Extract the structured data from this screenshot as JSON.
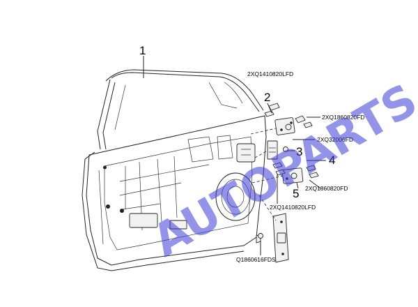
{
  "watermark": "AUTOPARTS",
  "callouts": [
    {
      "number": "1"
    },
    {
      "number": "2"
    },
    {
      "number": "3"
    },
    {
      "number": "4"
    },
    {
      "number": "5"
    }
  ],
  "part_labels": [
    {
      "code": "2XQ1410820LFD"
    },
    {
      "code": "2XQ1860820FD"
    },
    {
      "code": "2XQ32006FD"
    },
    {
      "code": "2XQ1860820FD"
    },
    {
      "code": "2XQ1410820LFD"
    },
    {
      "code": "Q1860616FDS"
    }
  ]
}
